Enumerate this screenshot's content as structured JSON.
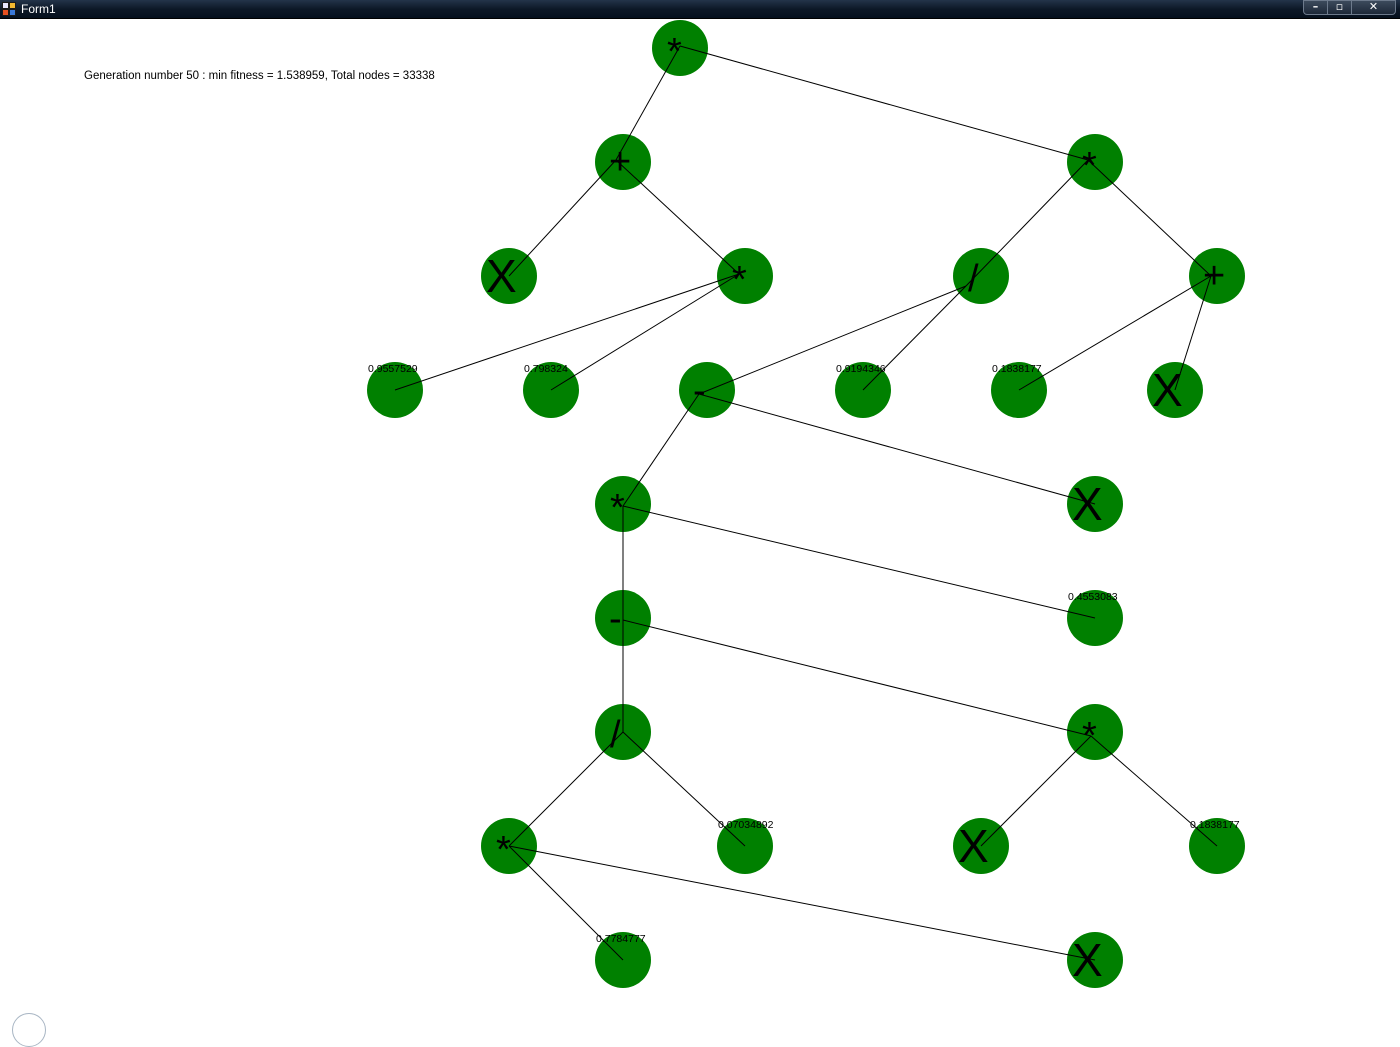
{
  "window": {
    "title": "Form1",
    "buttons": {
      "minimize_icon": "minimize-icon",
      "maximize_icon": "maximize-icon",
      "close_icon": "close-icon"
    }
  },
  "status": {
    "text": "Generation number 50 : min fitness = 1.538959, Total nodes = 33338"
  },
  "tree": {
    "node_color": "#008000",
    "edge_color": "#000000",
    "label_color": "#000000",
    "nodes": [
      {
        "id": "n1",
        "label": "*",
        "kind": "op"
      },
      {
        "id": "n2",
        "label": "+",
        "kind": "op"
      },
      {
        "id": "n3",
        "label": "*",
        "kind": "op"
      },
      {
        "id": "n4",
        "label": "X",
        "kind": "var"
      },
      {
        "id": "n5",
        "label": "*",
        "kind": "op"
      },
      {
        "id": "n6",
        "label": "/",
        "kind": "op"
      },
      {
        "id": "n7",
        "label": "+",
        "kind": "op"
      },
      {
        "id": "n8",
        "label": "0.9557529",
        "kind": "const"
      },
      {
        "id": "n9",
        "label": "0.798324",
        "kind": "const"
      },
      {
        "id": "n10",
        "label": "-",
        "kind": "op"
      },
      {
        "id": "n11",
        "label": "0.9194346",
        "kind": "const"
      },
      {
        "id": "n12",
        "label": "0.1838177",
        "kind": "const"
      },
      {
        "id": "n13",
        "label": "X",
        "kind": "var"
      },
      {
        "id": "n14",
        "label": "*",
        "kind": "op"
      },
      {
        "id": "n15",
        "label": "X",
        "kind": "var"
      },
      {
        "id": "n16",
        "label": "-",
        "kind": "op"
      },
      {
        "id": "n17",
        "label": "0.4553083",
        "kind": "const"
      },
      {
        "id": "n18",
        "label": "/",
        "kind": "op"
      },
      {
        "id": "n19",
        "label": "*",
        "kind": "op"
      },
      {
        "id": "n20",
        "label": "*",
        "kind": "op"
      },
      {
        "id": "n21",
        "label": "0.07034892",
        "kind": "const"
      },
      {
        "id": "n22",
        "label": "X",
        "kind": "var"
      },
      {
        "id": "n23",
        "label": "0.1838177",
        "kind": "const"
      },
      {
        "id": "n24",
        "label": "0.7784777",
        "kind": "const"
      },
      {
        "id": "n25",
        "label": "X",
        "kind": "var"
      }
    ],
    "edges": [
      [
        "n1",
        "n2"
      ],
      [
        "n1",
        "n3"
      ],
      [
        "n2",
        "n4"
      ],
      [
        "n2",
        "n5"
      ],
      [
        "n3",
        "n6"
      ],
      [
        "n3",
        "n7"
      ],
      [
        "n5",
        "n8"
      ],
      [
        "n5",
        "n9"
      ],
      [
        "n6",
        "n10"
      ],
      [
        "n6",
        "n11"
      ],
      [
        "n7",
        "n12"
      ],
      [
        "n7",
        "n13"
      ],
      [
        "n10",
        "n14"
      ],
      [
        "n10",
        "n15"
      ],
      [
        "n14",
        "n16"
      ],
      [
        "n14",
        "n17"
      ],
      [
        "n16",
        "n18"
      ],
      [
        "n16",
        "n19"
      ],
      [
        "n18",
        "n20"
      ],
      [
        "n18",
        "n21"
      ],
      [
        "n19",
        "n22"
      ],
      [
        "n19",
        "n23"
      ],
      [
        "n20",
        "n24"
      ],
      [
        "n20",
        "n25"
      ]
    ]
  }
}
